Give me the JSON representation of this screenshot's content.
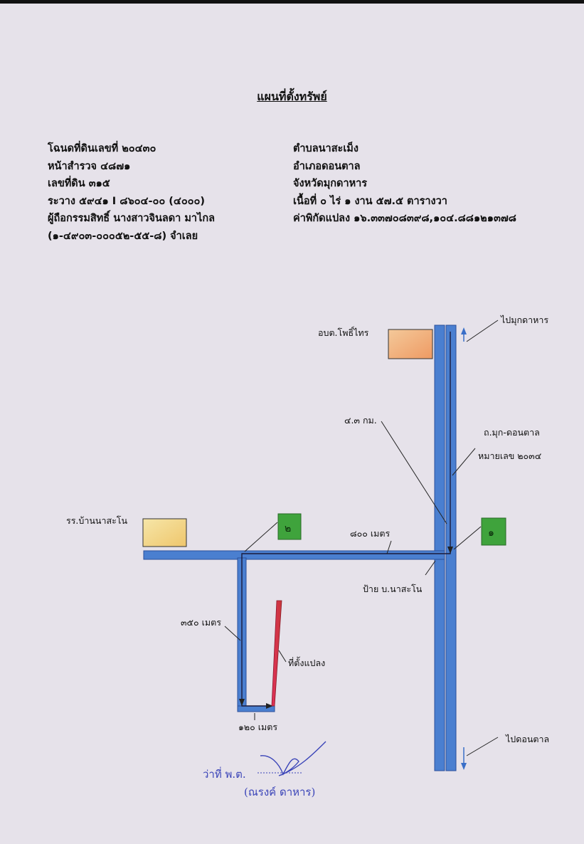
{
  "document": {
    "title": "แผนที่ตั้งทรัพย์",
    "left_info": [
      "โฉนดที่ดินเลขที่ ๒๐๔๓๐",
      "หน้าสำรวจ ๔๘๗๑",
      "เลขที่ดิน ๓๑๕",
      "ระวาง ๕๙๔๑ I ๘๖๐๔-๐๐ (๔๐๐๐)",
      "ผู้ถือกรรมสิทธิ์ นางสาวจินลดา มาไกล",
      "(๑-๔๙๐๓-๐๐๐๕๒-๕๕-๘) จำเลย"
    ],
    "right_info": [
      "ตำบลนาสะเม็ง",
      "อำเภอดอนตาล",
      "จังหวัดมุกดาหาร",
      "เนื้อที่ ๐ ไร่ ๑ งาน ๕๗.๕ ตารางวา",
      "ค่าพิกัดแปลง ๑๖.๓๓๗๐๘๓๙๘,๑๐๔.๘๘๑๒๑๓๗๘"
    ]
  },
  "map": {
    "to_mukdahan": "ไปมุกดาหาร",
    "to_dontan": "ไปดอนตาล",
    "sao_office": "อบต.โพธิ์ไทร",
    "distance_road": "๔.๓ กม.",
    "road_name": "ถ.มุก-ดอนตาล",
    "road_number": "หมายเลข ๒๐๓๔",
    "school": "รร.บ้านนาสะโน",
    "marker_1": "๑",
    "marker_2": "๒",
    "distance_800": "๘๐๐ เมตร",
    "village_sign": "ป้าย บ.นาสะโน",
    "distance_350": "๓๕๐ เมตร",
    "plot_label": "ที่ตั้งแปลง",
    "distance_120": "๑๒๐ เมตร"
  },
  "signature": {
    "position": "ว่าที่ พ.ต.",
    "name": "(ณรงค์  ดาหาร)"
  },
  "colors": {
    "road": "#4a7fd0",
    "road_edge": "#2a4f9a",
    "marker_green": "#3fa33c",
    "school_box": "#f2d78a",
    "office_box": "#f2a877",
    "plot_red": "#d8303a",
    "signature_blue": "#3a44b8"
  }
}
